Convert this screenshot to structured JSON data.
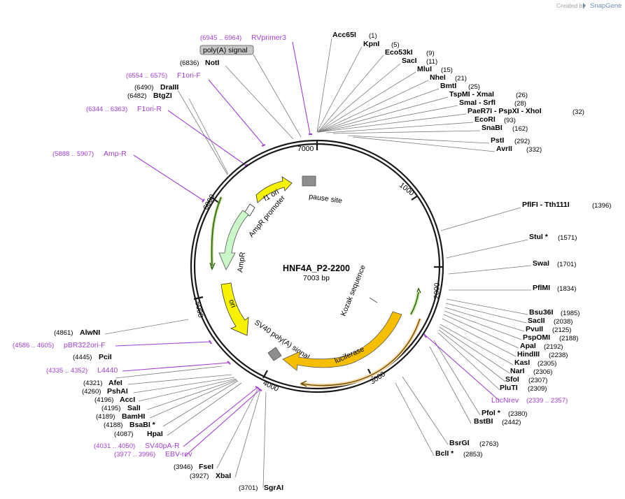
{
  "credit": {
    "created_by": "Created by",
    "brand": "SnapGene"
  },
  "plasmid": {
    "name": "HNF4A_P2-2200",
    "size": "7003 bp"
  },
  "ticks": [
    "1000",
    "2000",
    "3000",
    "4000",
    "5000",
    "6000",
    "7000"
  ],
  "features": [
    {
      "name": "f1 ori",
      "color": "#f7f300",
      "type": "arrow"
    },
    {
      "name": "AmpR promoter",
      "color": "#ffffff",
      "type": "arrow"
    },
    {
      "name": "AmpR",
      "color": "#c9f7c7",
      "type": "arrow"
    },
    {
      "name": "ori",
      "color": "#f7f300",
      "type": "arrow"
    },
    {
      "name": "SV40 poly(A) signal",
      "color": "#8e8e8e",
      "type": "box"
    },
    {
      "name": "luciferase",
      "color": "#f5be00",
      "type": "arrow"
    },
    {
      "name": "Kozak sequence",
      "color": "#8e8e8e",
      "type": "line"
    },
    {
      "name": "pause site",
      "color": "#8e8e8e",
      "type": "box"
    },
    {
      "name": "poly(A) signal",
      "color": "#c8c8c8",
      "type": "tag"
    }
  ],
  "sites": [
    {
      "name": "Acc65I",
      "pos": "(1)"
    },
    {
      "name": "KpnI",
      "pos": "(5)"
    },
    {
      "name": "Eco53kI",
      "pos": "(9)"
    },
    {
      "name": "SacI",
      "pos": "(11)"
    },
    {
      "name": "MluI",
      "pos": "(15)"
    },
    {
      "name": "NheI",
      "pos": "(21)"
    },
    {
      "name": "BmtI",
      "pos": "(25)"
    },
    {
      "name": "TspMI - XmaI",
      "pos": "(26)"
    },
    {
      "name": "SmaI - SrfI",
      "pos": "(28)"
    },
    {
      "name": "PaeR7I - PspXI - XhoI",
      "pos": "(32)"
    },
    {
      "name": "EcoRI",
      "pos": "(93)"
    },
    {
      "name": "SnaBI",
      "pos": "(162)"
    },
    {
      "name": "PstI",
      "pos": "(292)"
    },
    {
      "name": "AvrII",
      "pos": "(332)"
    },
    {
      "name": "PflFI - Tth111I",
      "pos": "(1396)"
    },
    {
      "name": "StuI *",
      "pos": "(1571)"
    },
    {
      "name": "SwaI",
      "pos": "(1701)"
    },
    {
      "name": "PflMI",
      "pos": "(1834)"
    },
    {
      "name": "Bsu36I",
      "pos": "(1985)"
    },
    {
      "name": "SacII",
      "pos": "(2038)"
    },
    {
      "name": "PvuII",
      "pos": "(2125)"
    },
    {
      "name": "PspOMI",
      "pos": "(2188)"
    },
    {
      "name": "ApaI",
      "pos": "(2192)"
    },
    {
      "name": "HindIII",
      "pos": "(2238)"
    },
    {
      "name": "KasI",
      "pos": "(2305)"
    },
    {
      "name": "NarI",
      "pos": "(2306)"
    },
    {
      "name": "SfoI",
      "pos": "(2307)"
    },
    {
      "name": "PluTI",
      "pos": "(2309)"
    },
    {
      "name": "PfoI *",
      "pos": "(2380)"
    },
    {
      "name": "BstBI",
      "pos": "(2442)"
    },
    {
      "name": "BsrGI",
      "pos": "(2763)"
    },
    {
      "name": "BclI *",
      "pos": "(2853)"
    },
    {
      "name": "SgrAI",
      "pos": "(3701)"
    },
    {
      "name": "XbaI",
      "pos": "(3927)"
    },
    {
      "name": "FseI",
      "pos": "(3946)"
    },
    {
      "name": "HpaI",
      "pos": "(4087)"
    },
    {
      "name": "BsaBI *",
      "pos": "(4188)"
    },
    {
      "name": "BamHI",
      "pos": "(4189)"
    },
    {
      "name": "SalI",
      "pos": "(4195)"
    },
    {
      "name": "AccI",
      "pos": "(4196)"
    },
    {
      "name": "PshAI",
      "pos": "(4260)"
    },
    {
      "name": "AfeI",
      "pos": "(4321)"
    },
    {
      "name": "PciI",
      "pos": "(4445)"
    },
    {
      "name": "AlwNI",
      "pos": "(4861)"
    },
    {
      "name": "BtgZI",
      "pos": "(6482)"
    },
    {
      "name": "DraIII",
      "pos": "(6490)"
    },
    {
      "name": "NotI",
      "pos": "(6836)"
    }
  ],
  "primers": [
    {
      "name": "RVprimer3",
      "range": "(6945 .. 6964)"
    },
    {
      "name": "F1ori-F",
      "range": "(6554 .. 6575)"
    },
    {
      "name": "F1ori-R",
      "range": "(6344 .. 6363)"
    },
    {
      "name": "Amp-R",
      "range": "(5888 .. 5907)"
    },
    {
      "name": "pBR322ori-F",
      "range": "(4586 .. 4605)"
    },
    {
      "name": "L4440",
      "range": "(4335 .. 4352)"
    },
    {
      "name": "SV40pA-R",
      "range": "(4031 .. 4050)"
    },
    {
      "name": "EBV-rev",
      "range": "(3977 .. 3996)"
    },
    {
      "name": "LucNrev",
      "range": "(2339 .. 2357)"
    }
  ]
}
